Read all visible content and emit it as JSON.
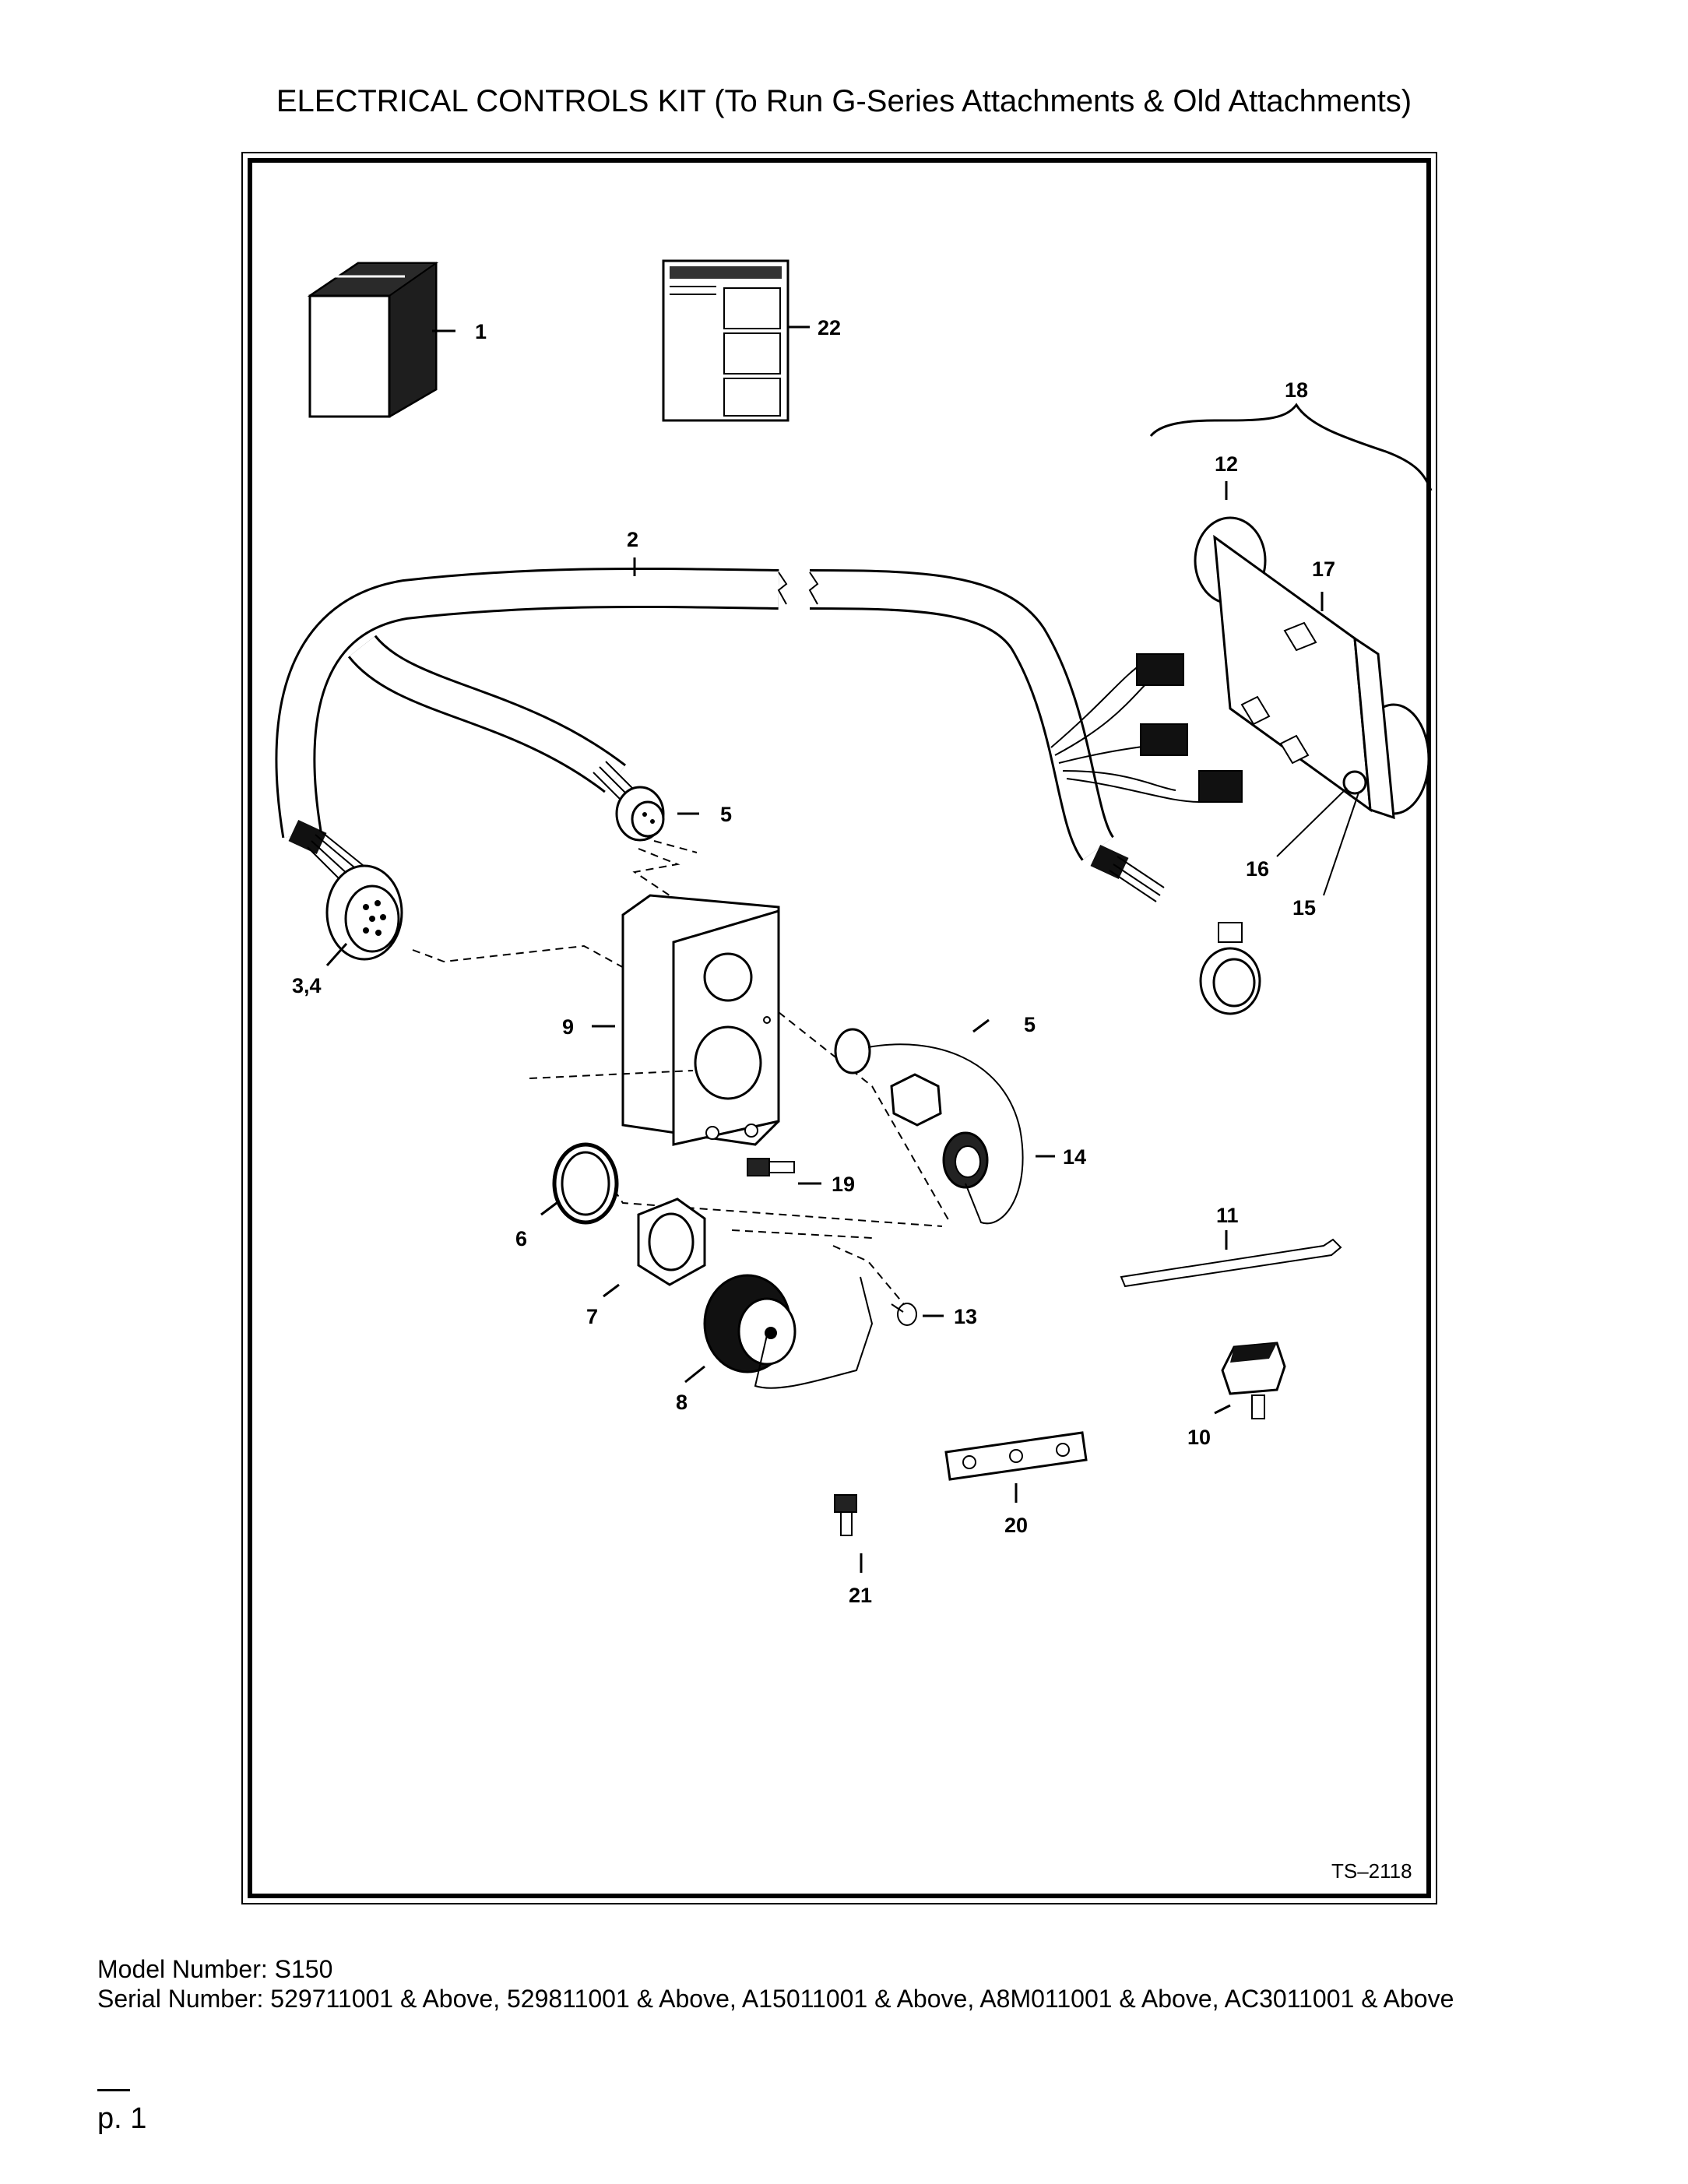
{
  "title": "ELECTRICAL CONTROLS KIT (To Run G-Series Attachments & Old Attachments)",
  "figure_number": "TS–2118",
  "callouts": [
    "1",
    "2",
    "3,4",
    "5",
    "5",
    "6",
    "7",
    "8",
    "9",
    "10",
    "11",
    "12",
    "13",
    "14",
    "15",
    "16",
    "17",
    "18",
    "19",
    "20",
    "21",
    "22"
  ],
  "footer": {
    "model_line": "Model Number: S150",
    "serial_line": "Serial Number: 529711001 & Above, 529811001 & Above, A15011001 & Above, A8M011001 & Above, AC3011001 & Above"
  },
  "page_label": "p. 1"
}
